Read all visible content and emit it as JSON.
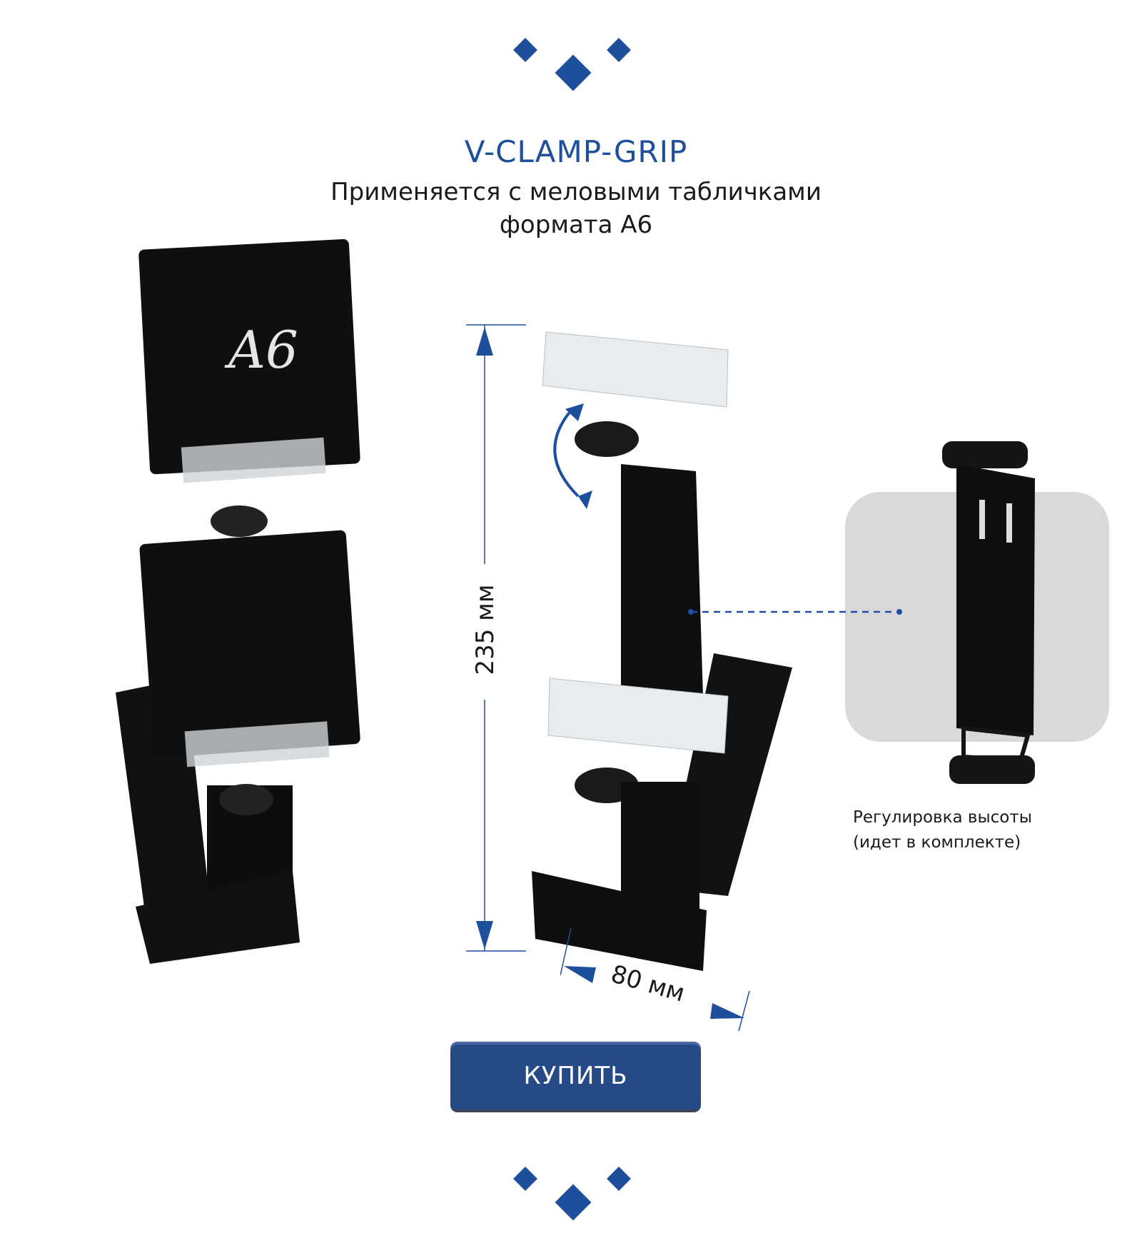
{
  "header": {
    "title": "V-CLAMP-GRIP",
    "subtitle_line1": "Применяется с меловыми табличками",
    "subtitle_line2": "формата А6"
  },
  "product": {
    "board_label": "A6",
    "height_dimension": "235 мм",
    "width_dimension": "80 мм",
    "accessory_caption_line1": "Регулировка высоты",
    "accessory_caption_line2": "(идет в комплекте)"
  },
  "actions": {
    "buy_label": "КУПИТЬ"
  },
  "colors": {
    "accent": "#1e4f9c",
    "button": "#264a85",
    "panel": "#d9d9da"
  }
}
